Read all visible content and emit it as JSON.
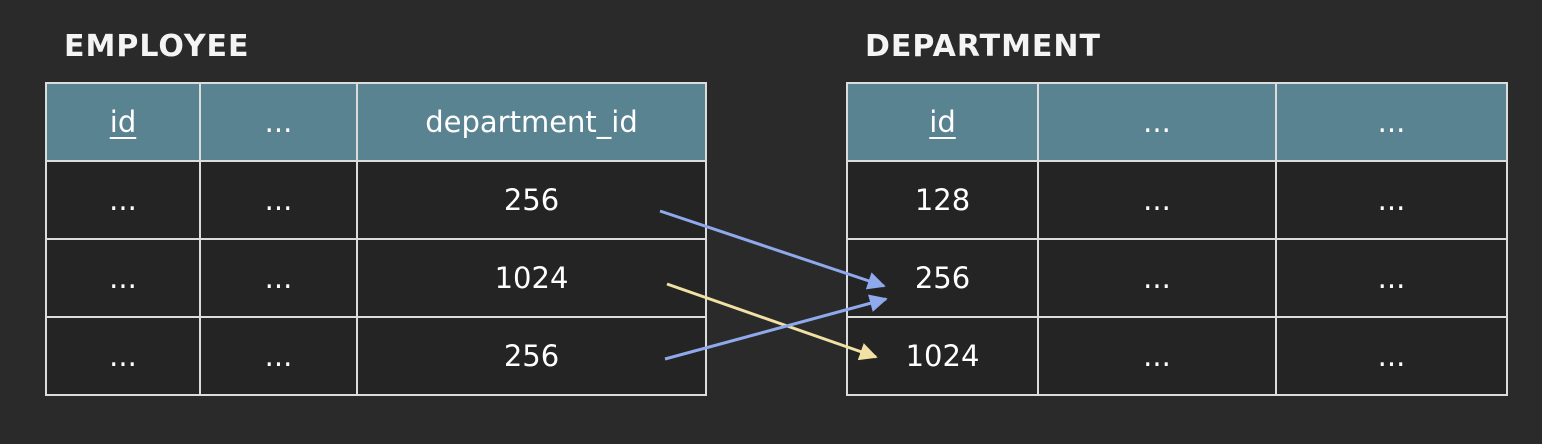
{
  "employee": {
    "title": "EMPLOYEE",
    "headers": [
      "id",
      "...",
      "department_id"
    ],
    "rows": [
      [
        "...",
        "...",
        "256"
      ],
      [
        "...",
        "...",
        "1024"
      ],
      [
        "...",
        "...",
        "256"
      ]
    ]
  },
  "department": {
    "title": "DEPARTMENT",
    "headers": [
      "id",
      "...",
      "..."
    ],
    "rows": [
      [
        "128",
        "...",
        "..."
      ],
      [
        "256",
        "...",
        "..."
      ],
      [
        "1024",
        "...",
        "..."
      ]
    ]
  },
  "colors": {
    "background": "#2b2a2b",
    "header": "#5a8391",
    "cell": "#252425",
    "border": "#dcdcdc",
    "blue": "#8ea9ec",
    "yellow": "#f1e1a4"
  },
  "arrows": [
    {
      "from_row": 0,
      "to_row": 1,
      "color": "blue"
    },
    {
      "from_row": 1,
      "to_row": 2,
      "color": "yellow"
    },
    {
      "from_row": 2,
      "to_row": 1,
      "color": "blue"
    }
  ]
}
